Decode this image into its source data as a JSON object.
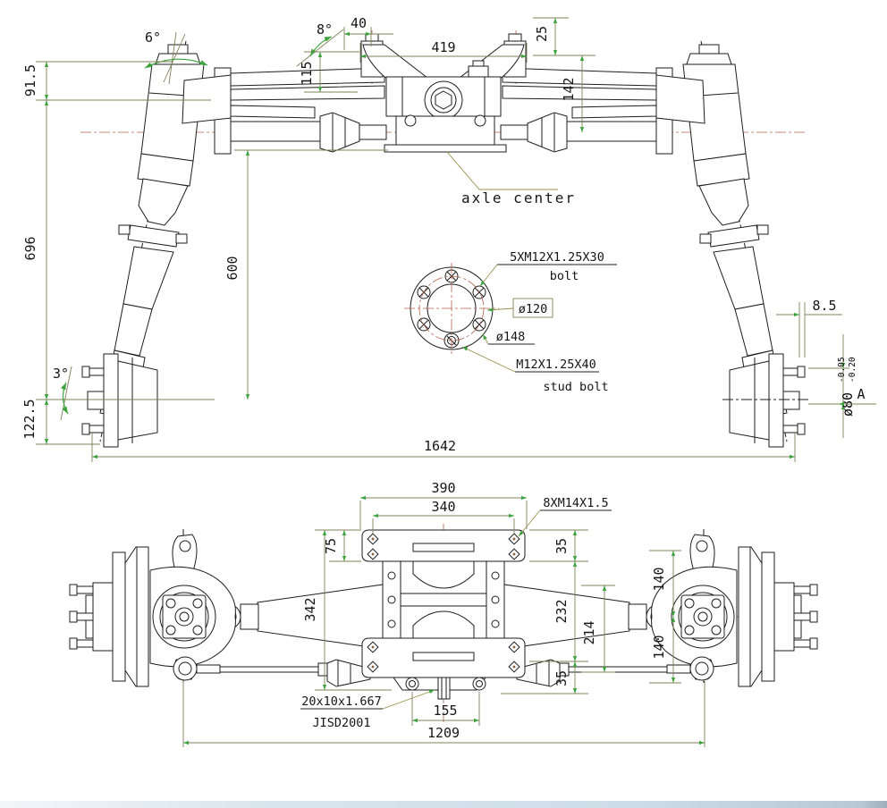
{
  "drawing_type": "front axle assembly engineering drawing, two orthographic views",
  "colors": {
    "line": "#1e1e1e",
    "dimension_line": "#80805a",
    "arrow_green": "#3ba33b",
    "leader": "#99904e",
    "centerline": "#b2614d",
    "footer_strip": "#cfdde8"
  },
  "top_view": {
    "labels": {
      "camber_angle": "6°",
      "caster_angle": "8°",
      "toe_angle": "3°",
      "d91_5": "91.5",
      "d696": "696",
      "d122_5": "122.5",
      "d1642": "1642",
      "d600": "600",
      "d40": "40",
      "d419": "419",
      "d25": "25",
      "d142": "142",
      "d115": "115",
      "axle_center": "axle center",
      "d8_5": "8.5",
      "bore_dia": "ø80",
      "bore_tol_hi": "-0.05",
      "bore_tol_lo": "-0.20",
      "section_a": "A"
    },
    "hub_detail": {
      "bolt_spec": "5XM12X1.25X30",
      "bolt_word": "bolt",
      "bolt_circle_dia": "ø120",
      "flange_dia": "ø148",
      "stud_spec": "M12X1.25X40",
      "stud_word": "stud bolt"
    }
  },
  "bottom_view": {
    "labels": {
      "d390": "390",
      "d340": "340",
      "bolt_spec": "8XM14X1.5",
      "d75": "75",
      "d35_top": "35",
      "d232": "232",
      "d35_bot": "35",
      "d214": "214",
      "d140_up": "140",
      "d140_dn": "140",
      "d342": "342",
      "d155": "155",
      "spline_spec": "20x10x1.667",
      "spline_std": "JISD2001",
      "d1209": "1209"
    }
  }
}
